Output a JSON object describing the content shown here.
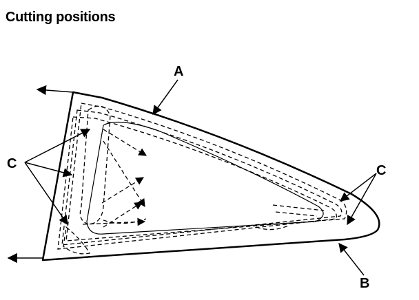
{
  "title": "Cutting positions",
  "labels": {
    "a": "A",
    "b": "B",
    "c_left": "C",
    "c_right": "C"
  }
}
